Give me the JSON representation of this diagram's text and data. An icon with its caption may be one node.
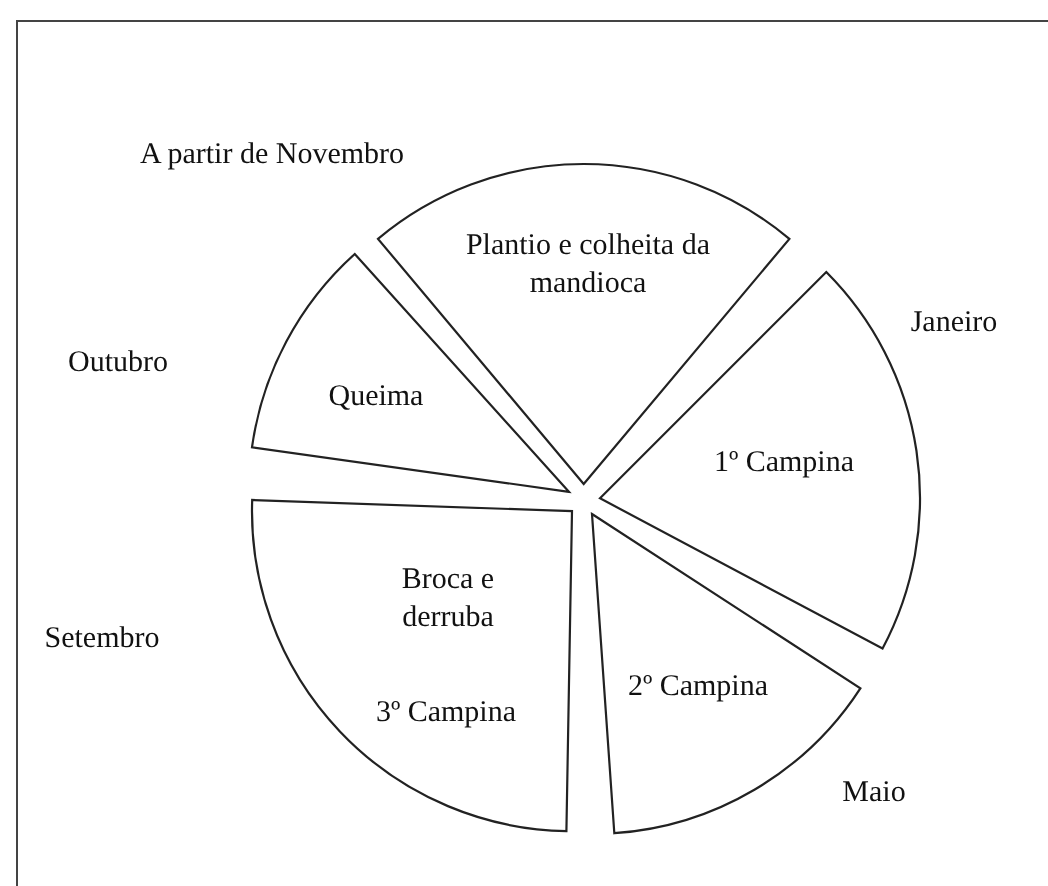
{
  "diagram": {
    "nodes": [
      {
        "text": [
          "Plantio e colheita da mandioca"
        ],
        "beside": [
          "A partir de Novembro"
        ]
      },
      {
        "text": [
          "1º Campina"
        ],
        "beside": [
          "Janeiro"
        ]
      },
      {
        "text": [
          "2º Campina"
        ],
        "beside": [
          "Maio"
        ]
      },
      {
        "text": [
          "Broca e derruba",
          "3º Campina"
        ],
        "beside": [
          "Setembro"
        ]
      },
      {
        "text": [
          "Queima"
        ],
        "beside": [
          "Outubro"
        ]
      }
    ]
  }
}
